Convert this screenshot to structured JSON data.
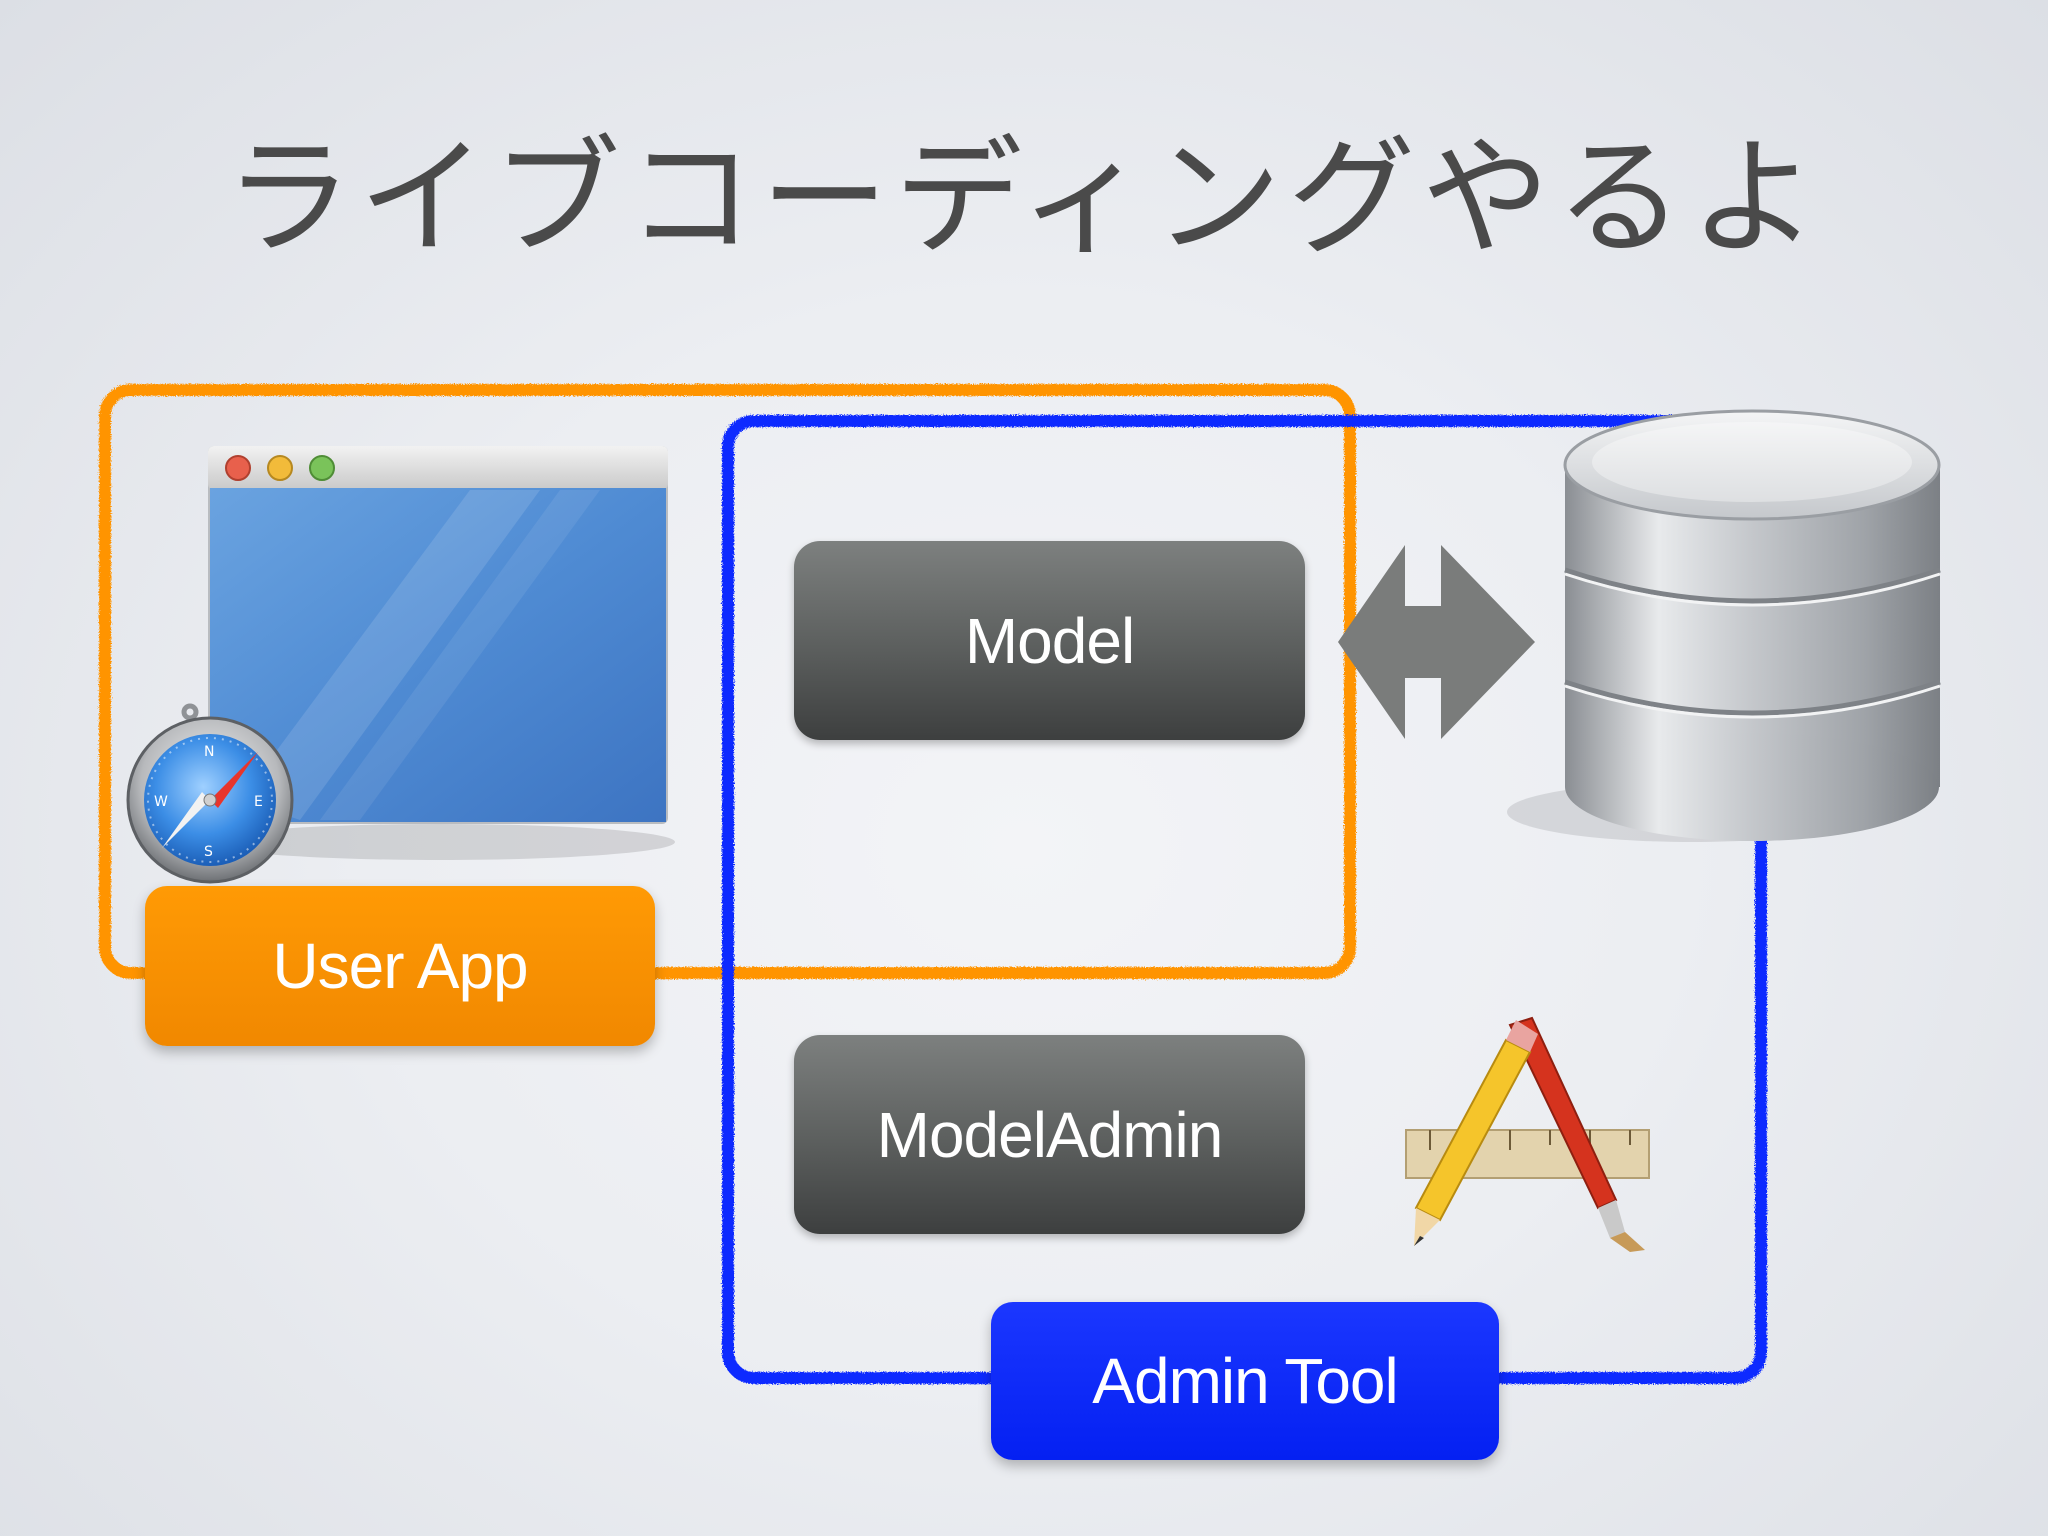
{
  "slide": {
    "title": "ライブコーディングやるよ"
  },
  "diagram": {
    "user_app_label": "User App",
    "admin_tool_label": "Admin Tool",
    "model_label": "Model",
    "model_admin_label": "ModelAdmin",
    "colors": {
      "user_app": "#ff9400",
      "admin_tool": "#0a2bff",
      "model": "#5f6261",
      "arrow": "#7a7c7b"
    },
    "icons": [
      "browser-window-icon",
      "safari-compass-icon",
      "database-icon",
      "double-arrow-icon",
      "developer-tools-icon"
    ]
  }
}
